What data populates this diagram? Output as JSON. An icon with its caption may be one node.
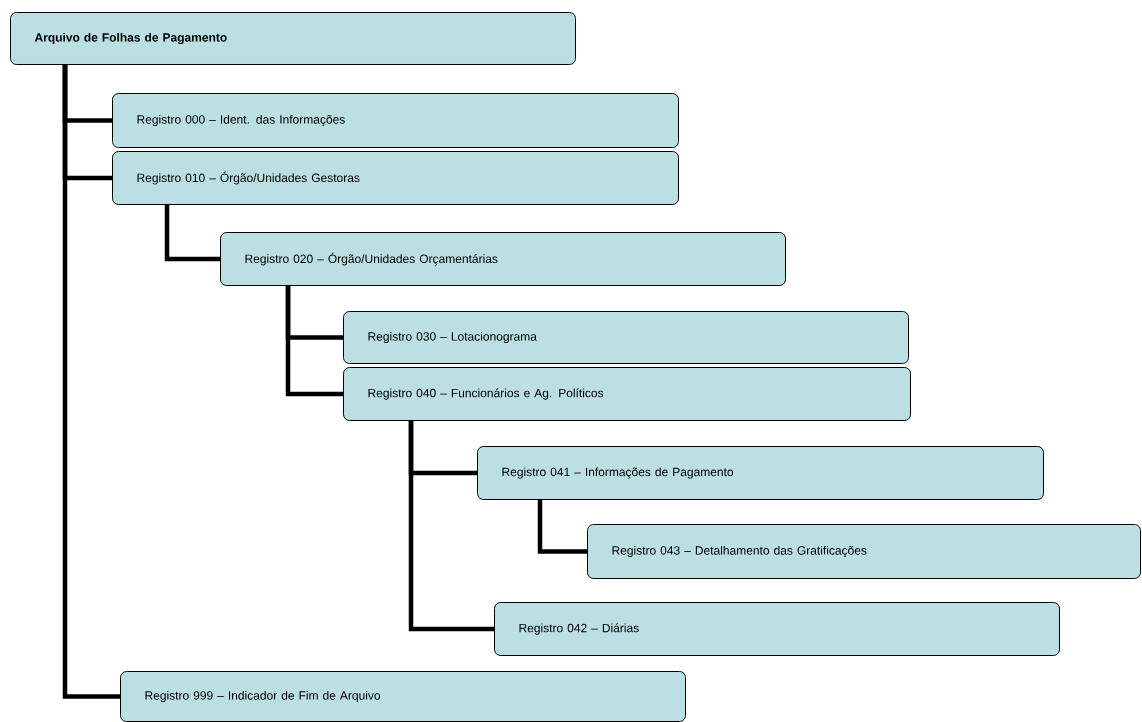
{
  "diagram": {
    "nodes": [
      {
        "text": [
          "Arquivo de Folhas de Pagamento"
        ]
      },
      {
        "text": [
          "Registro 000 – Ident. das Informações"
        ]
      },
      {
        "text": [
          "Registro 010 – Órgão/Unidades Gestoras"
        ]
      },
      {
        "text": [
          "Registro 020 – Órgão/Unidades Orçamentárias"
        ]
      },
      {
        "text": [
          "Registro 030 – Lotacionograma"
        ]
      },
      {
        "text": [
          "Registro 040 – Funcionários e Ag. Políticos"
        ]
      },
      {
        "text": [
          "Registro 041 – Informações de Pagamento"
        ]
      },
      {
        "text": [
          "Registro 043 – Detalhamento das Gratificações"
        ]
      },
      {
        "text": [
          "Registro 042 – Diárias"
        ]
      },
      {
        "text": [
          "Registro 999 – Indicador de Fim de Arquivo"
        ]
      }
    ],
    "edges": [
      {
        "from": 0,
        "to": 1,
        "arrow": "none"
      },
      {
        "from": 0,
        "to": 2,
        "arrow": "none"
      },
      {
        "from": 2,
        "to": 3,
        "arrow": "none"
      },
      {
        "from": 3,
        "to": 4,
        "arrow": "none"
      },
      {
        "from": 3,
        "to": 5,
        "arrow": "none"
      },
      {
        "from": 5,
        "to": 6,
        "arrow": "none"
      },
      {
        "from": 6,
        "to": 7,
        "arrow": "none"
      },
      {
        "from": 5,
        "to": 8,
        "arrow": "none"
      },
      {
        "from": 0,
        "to": 9,
        "arrow": "none"
      }
    ]
  }
}
